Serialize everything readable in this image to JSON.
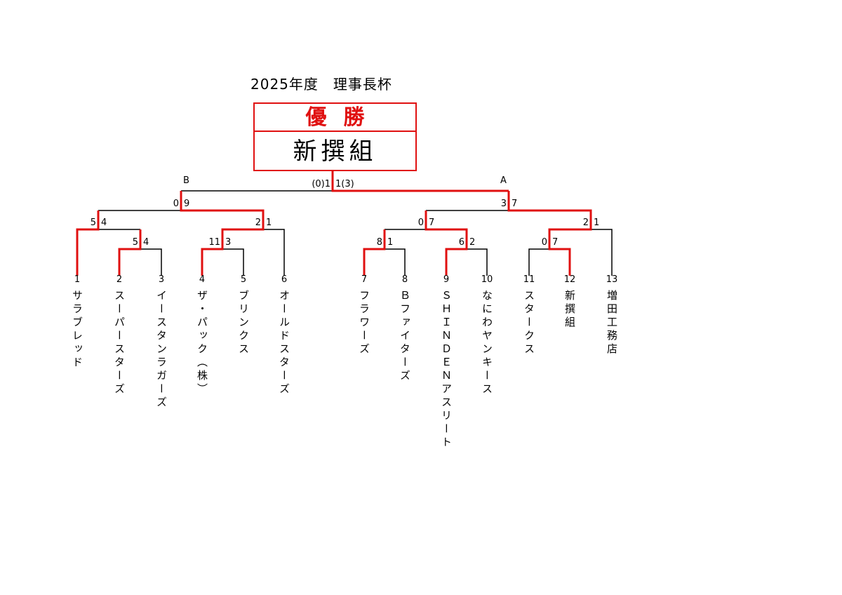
{
  "title": "2025年度　理事長杯",
  "champion": {
    "label": "優勝",
    "team": "新撰組"
  },
  "colors": {
    "winner_line": "#e01010",
    "line": "#000000"
  },
  "block_labels": {
    "B": "B",
    "A": "A"
  },
  "matches": {
    "final": {
      "left": "(0)1",
      "right": "1(3)"
    },
    "semi_b": {
      "left": "0",
      "right": "9"
    },
    "qf_1": {
      "left": "5",
      "right": "4"
    },
    "r1_2_3": {
      "left": "5",
      "right": "4"
    },
    "qf_2": {
      "left": "2",
      "right": "1"
    },
    "r1_4_5": {
      "left": "11",
      "right": "3"
    },
    "semi_a": {
      "left": "3",
      "right": "7"
    },
    "qf_3": {
      "left": "0",
      "right": "7"
    },
    "r1_7_8": {
      "left": "8",
      "right": "1"
    },
    "r1_9_10": {
      "left": "6",
      "right": "2"
    },
    "qf_4": {
      "left": "2",
      "right": "1"
    },
    "r1_11_12": {
      "left": "0",
      "right": "7"
    }
  },
  "teams": [
    {
      "no": "1",
      "name": "サラブレッド"
    },
    {
      "no": "2",
      "name": "スーパースターズ"
    },
    {
      "no": "3",
      "name": "イースタンラガーズ"
    },
    {
      "no": "4",
      "name": "ザ・パック（株）"
    },
    {
      "no": "5",
      "name": "ブリンクス"
    },
    {
      "no": "6",
      "name": "オールドスターズ"
    },
    {
      "no": "7",
      "name": "フラワーズ"
    },
    {
      "no": "8",
      "name": "Ｂファイターズ"
    },
    {
      "no": "9",
      "name": "ＳＨＩＮＤＥＮアスリート"
    },
    {
      "no": "10",
      "name": "なにわヤンキース"
    },
    {
      "no": "11",
      "name": "スタークス"
    },
    {
      "no": "12",
      "name": "新撰組"
    },
    {
      "no": "13",
      "name": "増田工務店"
    }
  ]
}
